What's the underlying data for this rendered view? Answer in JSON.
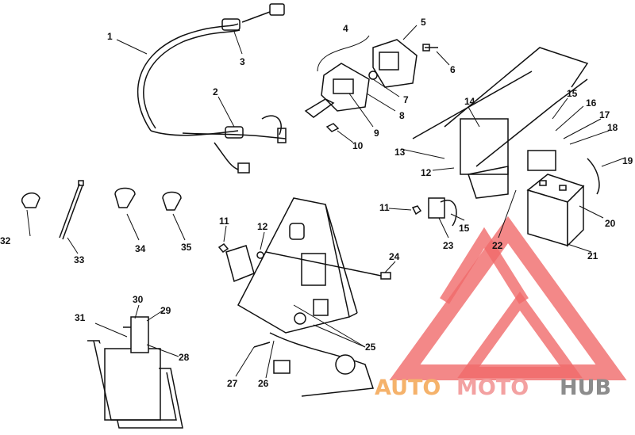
{
  "callouts": [
    "1",
    "2",
    "3",
    "4",
    "5",
    "6",
    "7",
    "8",
    "9",
    "10",
    "11",
    "12",
    "13",
    "14",
    "15",
    "16",
    "17",
    "18",
    "19",
    "20",
    "21",
    "22",
    "23",
    "24",
    "25",
    "26",
    "27",
    "28",
    "29",
    "30",
    "31",
    "32",
    "33",
    "34",
    "35"
  ],
  "duplicate_callouts": {
    "11b": "11",
    "12b": "12",
    "15b": "15"
  },
  "watermark": {
    "part1": "AUTO",
    "part2": "MOTO",
    "part3": "HUB"
  },
  "colors": {
    "line": "#111111",
    "logo": "#f06a6a",
    "auto": "#f5b26b",
    "moto": "#f3a1a1",
    "hub": "#8c8c8c"
  }
}
